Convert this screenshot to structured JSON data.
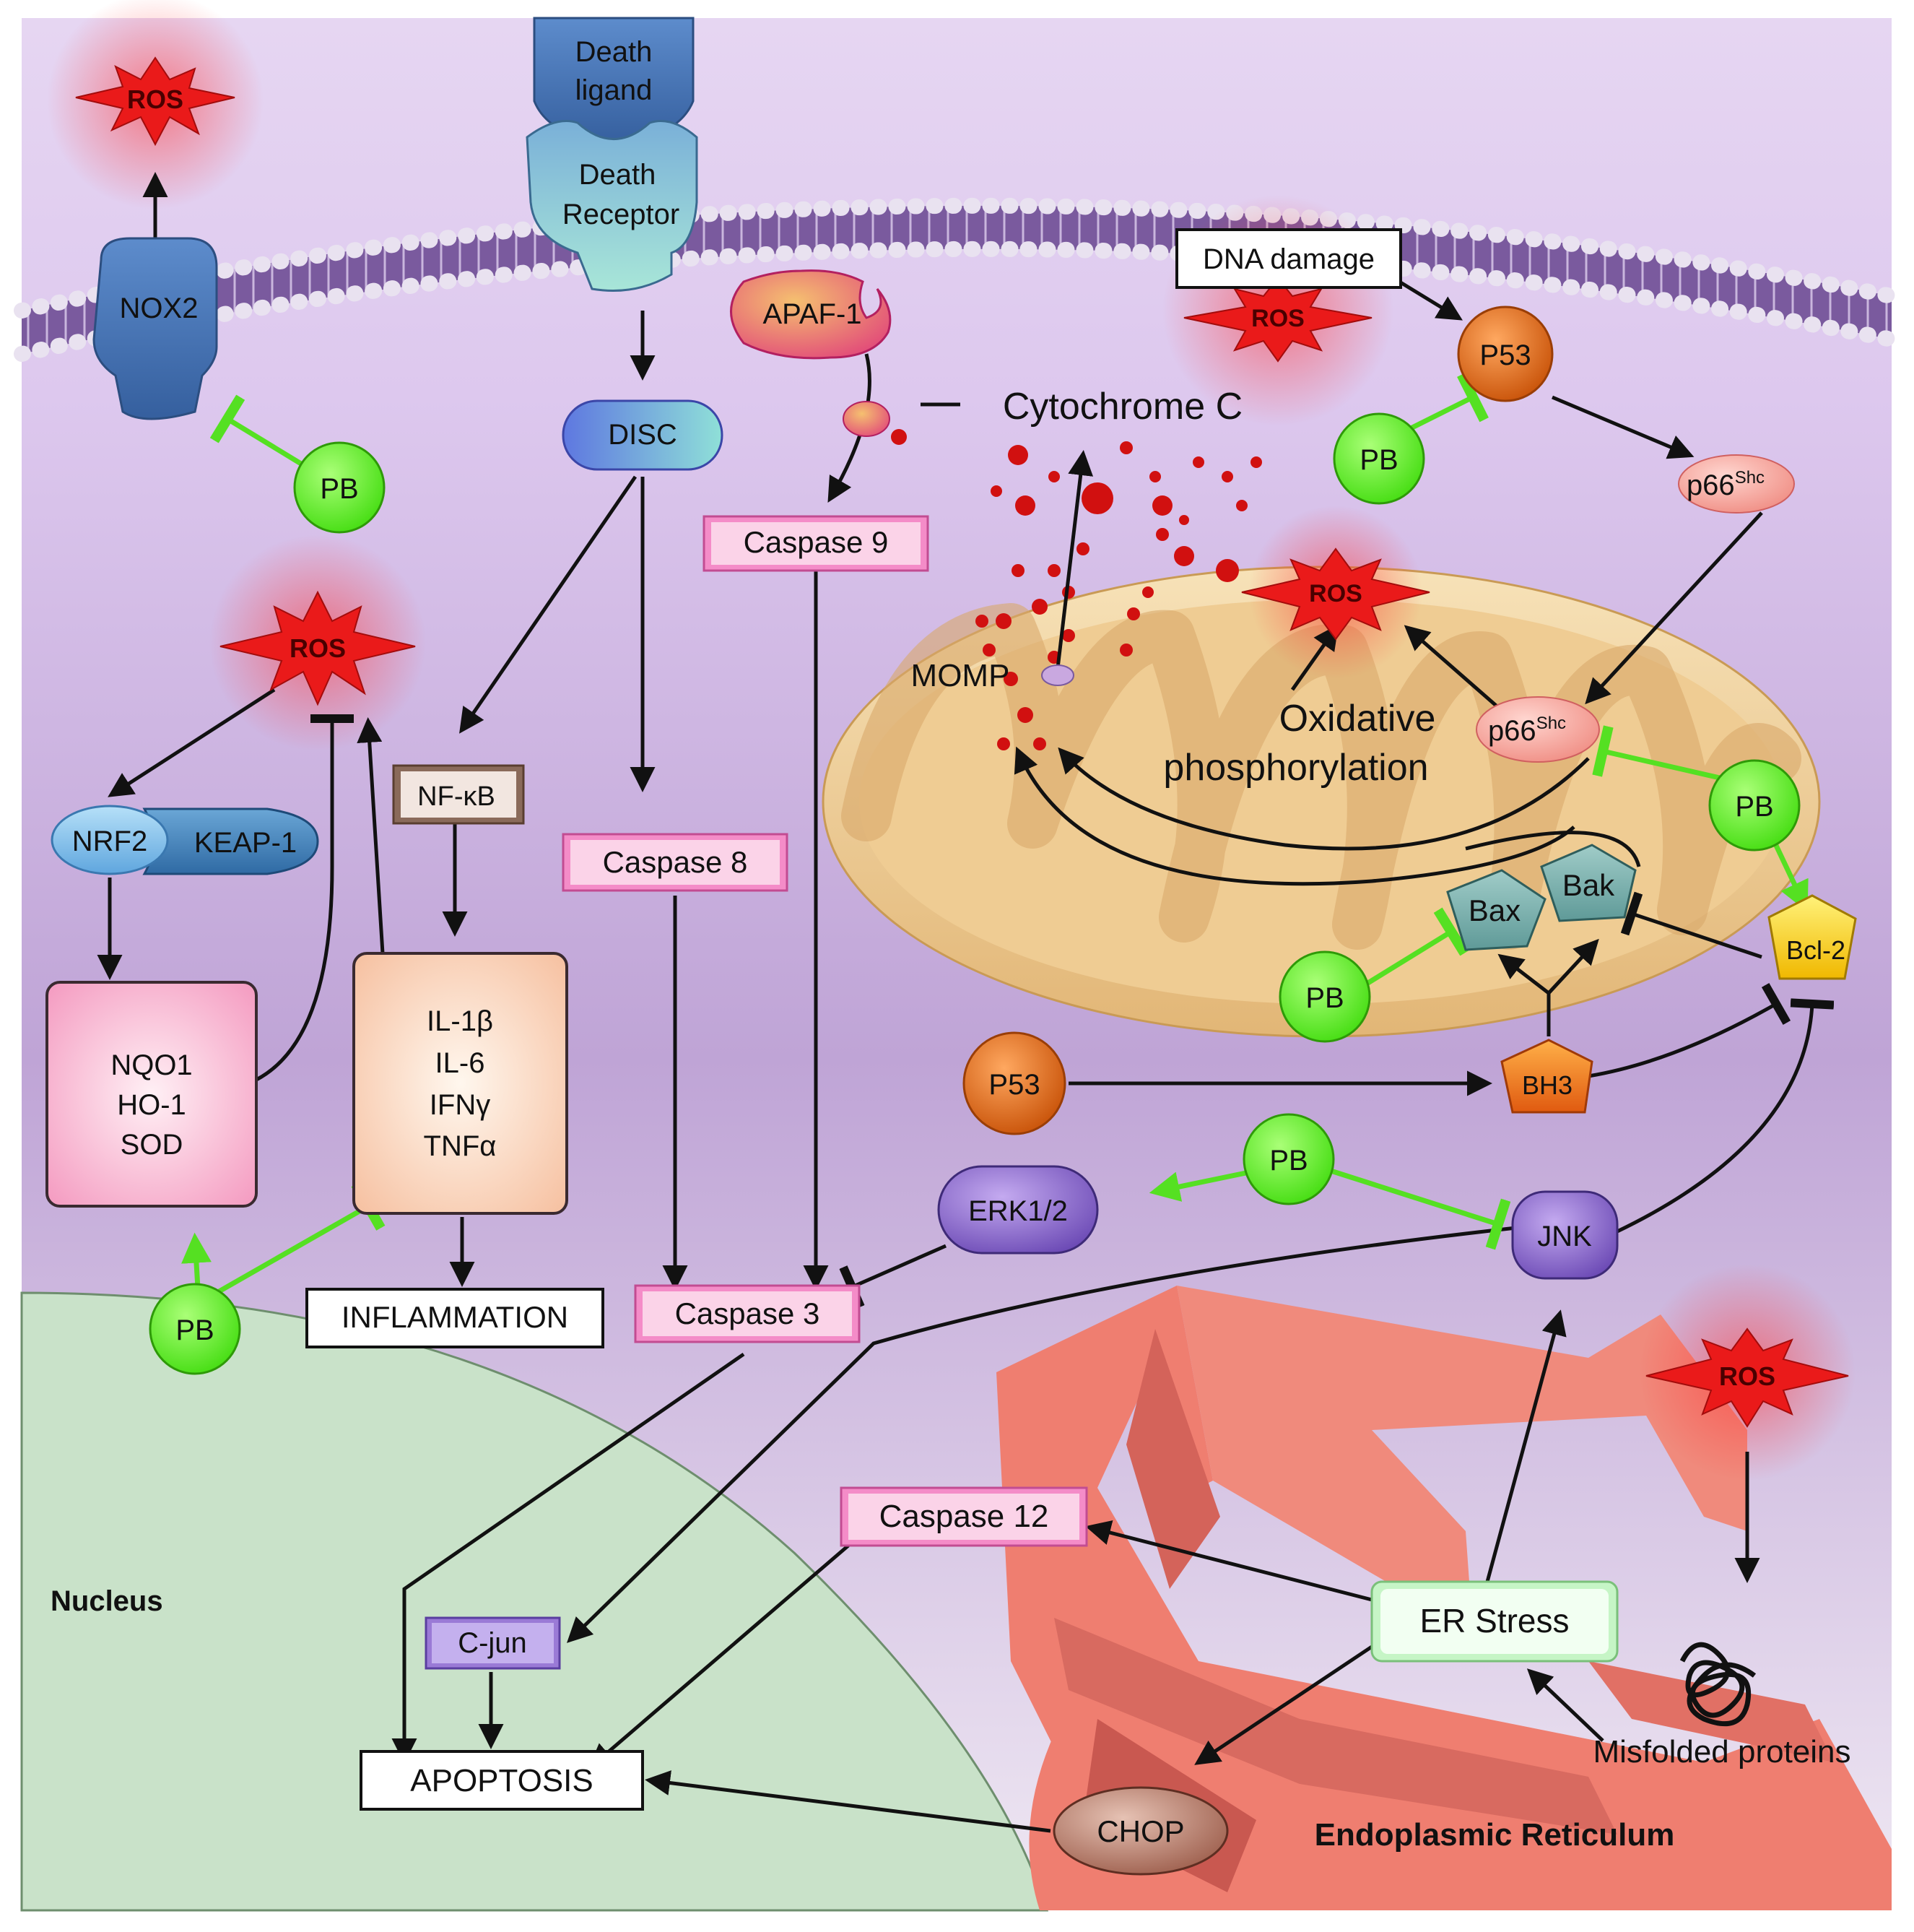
{
  "labels": {
    "ros": "ROS",
    "nox2": "NOX2",
    "pb": "PB",
    "death_ligand_l1": "Death",
    "death_ligand_l2": "ligand",
    "death_receptor_l1": "Death",
    "death_receptor_l2": "Receptor",
    "disc": "DISC",
    "apaf1": "APAF-1",
    "cytochrome_c": "Cytochrome C",
    "caspase9": "Caspase 9",
    "caspase8": "Caspase 8",
    "caspase3": "Caspase 3",
    "caspase12": "Caspase 12",
    "dna_damage": "DNA damage",
    "p53": "P53",
    "p66": "p66",
    "shc": "Shc",
    "momp": "MOMP",
    "oxphos_l1": "Oxidative",
    "oxphos_l2": "phosphorylation",
    "nrf2": "NRF2",
    "keap1": "KEAP-1",
    "nfkb": "NF-κB",
    "nqo1": "NQO1",
    "ho1": "HO-1",
    "sod": "SOD",
    "il1b": "IL-1β",
    "il6": "IL-6",
    "ifng": "IFNγ",
    "tnfa": "TNFα",
    "inflammation": "INFLAMMATION",
    "bax": "Bax",
    "bak": "Bak",
    "bcl2": "Bcl-2",
    "bh3": "BH3",
    "erk": "ERK1/2",
    "jnk": "JNK",
    "cjun": "C-jun",
    "apoptosis": "APOPTOSIS",
    "er_stress": "ER Stress",
    "chop": "CHOP",
    "misfolded": "Misfolded proteins",
    "nucleus": "Nucleus",
    "er": "Endoplasmic Reticulum"
  },
  "colors": {
    "pb_green": "#66ee22",
    "ros_red": "#e02020",
    "caspase_pink": "#f48cc8",
    "p53_orange": "#e06a10",
    "membrane_purple": "#7a5a9e",
    "mito_tan": "#e9c48a",
    "er_salmon": "#ef7e70",
    "nucleus_green": "#c9e2c9"
  }
}
